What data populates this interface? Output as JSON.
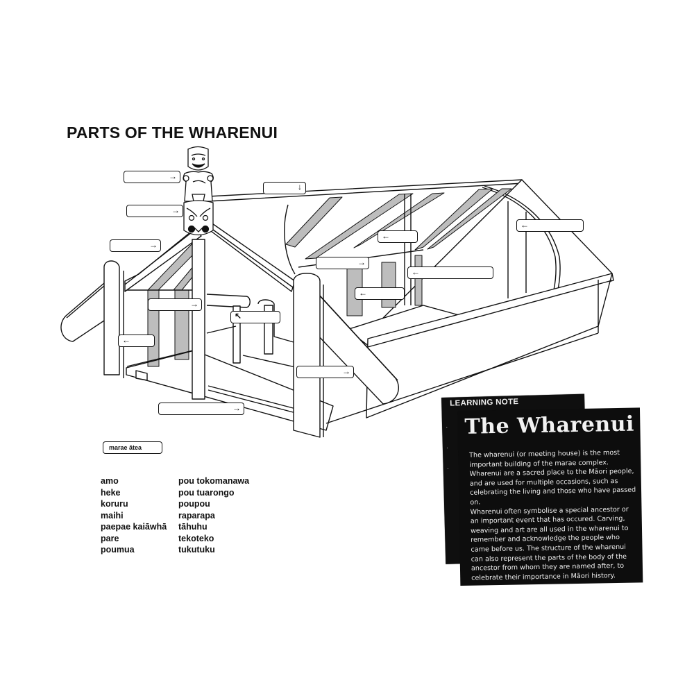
{
  "worksheet": {
    "title": "PARTS OF THE WHARENUI",
    "marae_label": "marae ātea",
    "word_bank": {
      "column_1": [
        "amo",
        "heke",
        "koruru",
        "maihi",
        "paepae kaiāwhā",
        "pare",
        "poumua"
      ],
      "column_2": [
        "pou tokomanawa",
        "pou tuarongo",
        "poupou",
        "raparapa",
        "tāhuhu",
        "tekoteko",
        "tukutuku"
      ]
    },
    "label_boxes": [
      {
        "id": "tekoteko-box",
        "arrow": "→",
        "value": ""
      },
      {
        "id": "tahuhu-box",
        "arrow": "↓",
        "value": ""
      },
      {
        "id": "koruru-box",
        "arrow": "→",
        "value": ""
      },
      {
        "id": "maihi-box",
        "arrow": "→",
        "value": ""
      },
      {
        "id": "heke-box",
        "arrow": "←",
        "value": ""
      },
      {
        "id": "pou-tuarongo-box",
        "arrow": "←",
        "value": ""
      },
      {
        "id": "poupou-box",
        "arrow": "→",
        "value": ""
      },
      {
        "id": "tukutuku-box",
        "arrow": "←",
        "value": ""
      },
      {
        "id": "pou-tokomanawa-box",
        "arrow": "←",
        "value": ""
      },
      {
        "id": "left-wall-box",
        "arrow": "→",
        "value": ""
      },
      {
        "id": "amo-box",
        "arrow": "←",
        "value": ""
      },
      {
        "id": "paepae-box",
        "arrow": "↖",
        "value": ""
      },
      {
        "id": "raparapa-box",
        "arrow": "→",
        "value": ""
      },
      {
        "id": "pare-box",
        "arrow": "→",
        "value": ""
      }
    ],
    "colors": {
      "ink": "#111111",
      "shade": "#bdbdbd",
      "booklet": "#0d0d0d"
    }
  },
  "booklet": {
    "back_heading": "LEARNING NOTE",
    "front_title": "The Wharenui",
    "paragraph_1": "The wharenui (or meeting house) is the most important building of the marae complex. Wharenui are a sacred place to the Māori people, and are used for multiple occasions, such as celebrating the living and those who have passed on.",
    "paragraph_2": "Wharenui often symbolise a special ancestor or an important event that has occured. Carving, weaving and art are all used in the wharenui to remember and acknowledge the people who came before us. The structure of the wharenui can also represent the parts of the body of the ancestor from whom they are named after, to celebrate their importance in Māori history."
  }
}
